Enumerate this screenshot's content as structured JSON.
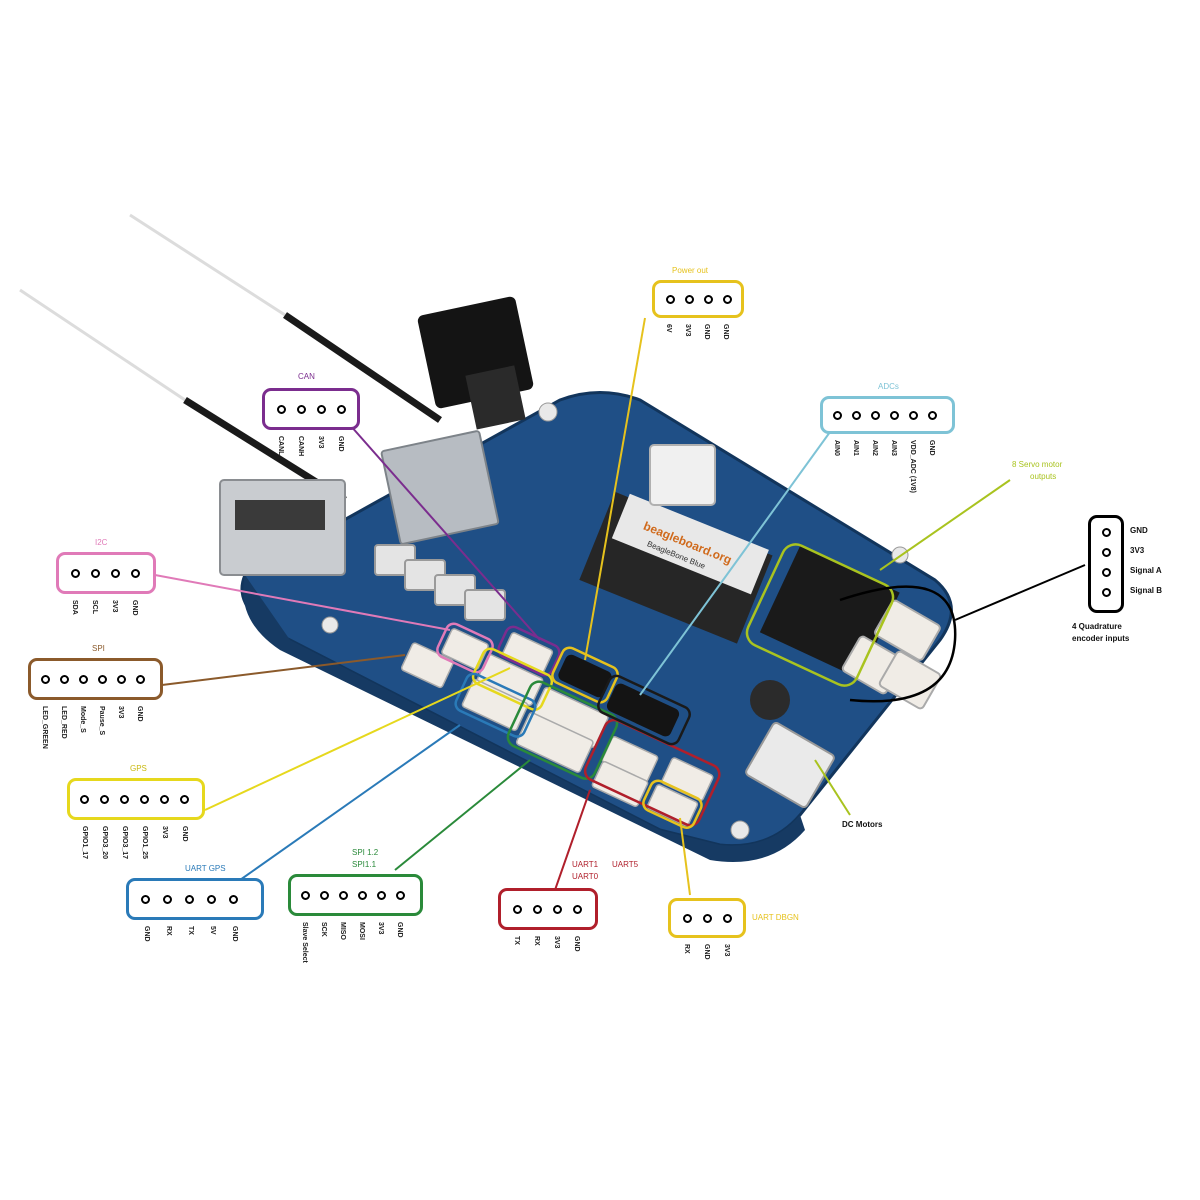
{
  "colors": {
    "can": "#7b2d8e",
    "i2c": "#e07ab8",
    "spi1": "#8b5a2b",
    "gpio": "#e6d81d",
    "uart_gps": "#2a7ab8",
    "spi": "#2a8a3a",
    "uart": "#b01f2b",
    "uart_debug": "#e6c21d",
    "power": "#e6c21d",
    "adc": "#7ec3d6",
    "servo": "#a9c31f",
    "encoder": "#000000",
    "dc": "#a9c31f",
    "board": "#1f4f86"
  },
  "board": {
    "brand": "beagleboard.org",
    "subtitle": "BeagleBone Blue"
  },
  "headers": {
    "can": {
      "title": "CAN",
      "pins": [
        "CANL",
        "CANH",
        "3V3",
        "GND"
      ]
    },
    "i2c": {
      "title": "I2C",
      "pins": [
        "SDA",
        "SCL",
        "3V3",
        "GND"
      ]
    },
    "spi1": {
      "title": "SPI",
      "pins": [
        "LED_GREEN",
        "LED_RED",
        "Mode_S",
        "Pause_S",
        "3V3",
        "GND"
      ]
    },
    "gpio": {
      "title": "GPS",
      "pins": [
        "GPIO1_17",
        "GPIO3_20",
        "GPIO3_17",
        "GPIO1_25",
        "3V3",
        "GND"
      ]
    },
    "uart_gps": {
      "title": "UART GPS",
      "pins": [
        "GND",
        "RX",
        "TX",
        "5V",
        "GND"
      ]
    },
    "spi": {
      "title": "SPI 1.2",
      "title2": "SPI1.1",
      "pins": [
        "Slave Select",
        "SCK",
        "MISO",
        "MOSI",
        "3V3",
        "GND"
      ]
    },
    "uart": {
      "title": "UART1",
      "title_b": "UART5",
      "title2": "UART0",
      "pins": [
        "TX",
        "RX",
        "3V3",
        "GND"
      ]
    },
    "uart_debug": {
      "title": "UART DBGN",
      "pins": [
        "RX",
        "GND",
        "3V3"
      ]
    },
    "power": {
      "title": "Power out",
      "pins": [
        "6V",
        "3V3",
        "GND",
        "GND"
      ]
    },
    "adc": {
      "title": "ADCs",
      "pins": [
        "AIN0",
        "AIN1",
        "AIN2",
        "AIN3",
        "VDD_ADC (1V8)",
        "GND"
      ]
    },
    "servo": {
      "title": "8 Servo motor",
      "title2": "outputs"
    },
    "encoder": {
      "pins": [
        "GND",
        "3V3",
        "Signal A",
        "Signal B"
      ],
      "caption": "4 Quadrature",
      "caption2": "encoder inputs"
    },
    "dc": {
      "title": "DC Motors"
    }
  }
}
